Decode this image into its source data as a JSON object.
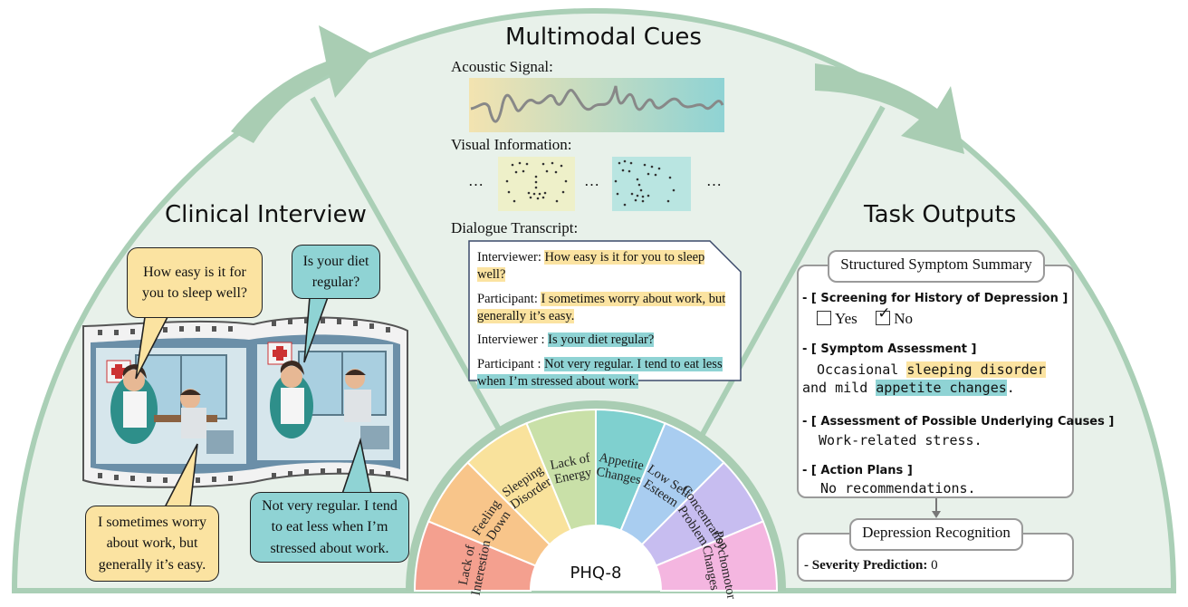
{
  "titles": {
    "multimodal": "Multimodal Cues",
    "clinical": "Clinical Interview",
    "outputs": "Task Outputs"
  },
  "cues": {
    "acoustic_label": "Acoustic Signal:",
    "visual_label": "Visual Information:",
    "ellipsis": "…",
    "dialogue_label": "Dialogue Transcript:"
  },
  "dialogue": [
    {
      "speaker": "Interviewer: ",
      "text": "How easy is it for you to sleep well?",
      "highlight": "yellow"
    },
    {
      "speaker": "Participant: ",
      "text": "I sometimes worry about work, but generally it’s easy.",
      "highlight": "yellow"
    },
    {
      "speaker": "Interviewer : ",
      "text": "Is your diet regular?",
      "highlight": "teal"
    },
    {
      "speaker": "Participant : ",
      "text": "Not very regular. I tend to eat less when I’m stressed about work.",
      "highlight": "teal"
    }
  ],
  "bubbles": {
    "q1": "How easy is it for you to sleep well?",
    "q2": "Is your diet regular?",
    "a1": "I sometimes worry about work, but generally it’s easy.",
    "a2": "Not very regular. I tend to eat less when I’m stressed about work."
  },
  "phq": {
    "center": "PHQ-8",
    "segments": [
      {
        "label": "Lack of Interestion",
        "color": "#f4a08f"
      },
      {
        "label": "Feeling Down",
        "color": "#f8c58a"
      },
      {
        "label": "Sleeping Disorder",
        "color": "#f9e29c"
      },
      {
        "label": "Lack of Energy",
        "color": "#c9e0a8"
      },
      {
        "label": "Appetite Changes",
        "color": "#7fd0cf"
      },
      {
        "label": "Low Self Esteem",
        "color": "#a9cdf0"
      },
      {
        "label": "Concentration Problem",
        "color": "#c7bdf0"
      },
      {
        "label": "Psychomotor Changes",
        "color": "#f4b6e0"
      }
    ]
  },
  "summary": {
    "title": "Structured Symptom Summary",
    "screening_title": "- [ Screening for History of Depression ]",
    "yes_label": "Yes",
    "no_label": "No",
    "check_mark": "✓",
    "symptom_title": "- [ Symptom Assessment ]",
    "symptom_pre": "Occasional ",
    "symptom_hl1": "sleeping disorder",
    "symptom_mid": "and mild ",
    "symptom_hl2": "appetite changes",
    "symptom_post": ".",
    "causes_title": "- [ Assessment of Possible Underlying Causes ]",
    "causes_text": "Work-related stress.",
    "plans_title": "- [ Action Plans ]",
    "plans_text": "No recommendations."
  },
  "recognition": {
    "title": "Depression Recognition",
    "severity_label": "- Severity Prediction:",
    "severity_value": "0"
  },
  "colors": {
    "panel": "#e8f1ea",
    "border": "#aacfb6",
    "yellow": "#fbe3a1",
    "teal": "#8fd3d4"
  }
}
